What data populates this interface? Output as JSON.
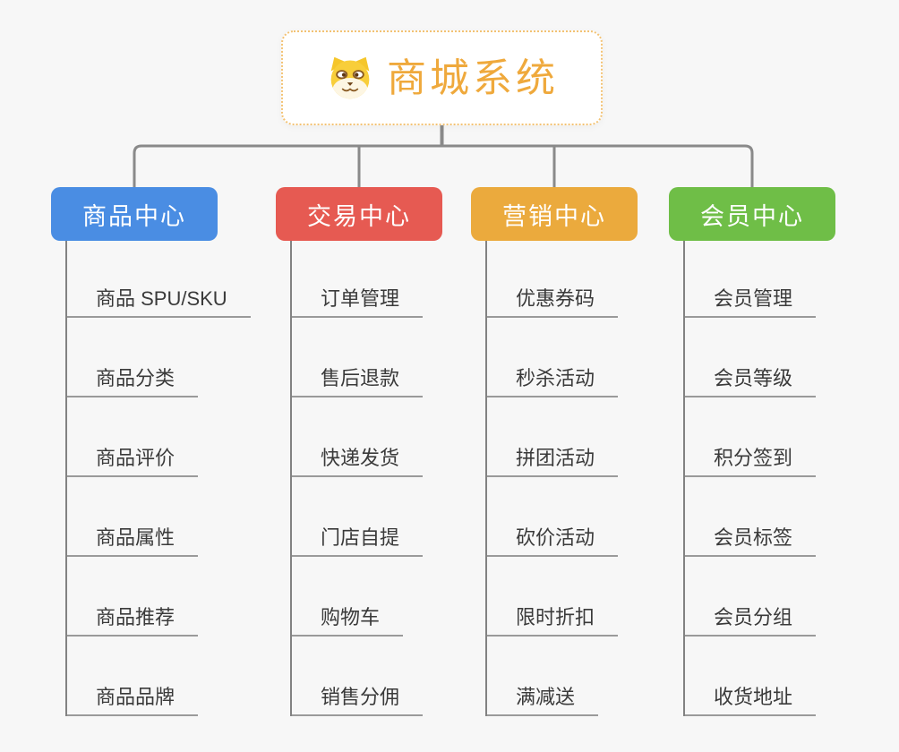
{
  "canvas": {
    "background_color": "#f7f7f7",
    "connector_color": "#8a8a8a",
    "underline_color": "#9a9a9a"
  },
  "root": {
    "title": "商城系统",
    "icon": "dog-icon",
    "text_color": "#efa93c",
    "border_color": "#f3c273"
  },
  "branches": [
    {
      "id": "product-center",
      "label": "商品中心",
      "color": "#4a8de3",
      "items": [
        "商品 SPU/SKU",
        "商品分类",
        "商品评价",
        "商品属性",
        "商品推荐",
        "商品品牌"
      ]
    },
    {
      "id": "trade-center",
      "label": "交易中心",
      "color": "#e65a52",
      "items": [
        "订单管理",
        "售后退款",
        "快递发货",
        "门店自提",
        "购物车",
        "销售分佣"
      ]
    },
    {
      "id": "marketing-center",
      "label": "营销中心",
      "color": "#ebaa3d",
      "items": [
        "优惠券码",
        "秒杀活动",
        "拼团活动",
        "砍价活动",
        "限时折扣",
        "满减送"
      ]
    },
    {
      "id": "member-center",
      "label": "会员中心",
      "color": "#6fbe47",
      "items": [
        "会员管理",
        "会员等级",
        "积分签到",
        "会员标签",
        "会员分组",
        "收货地址"
      ]
    }
  ]
}
